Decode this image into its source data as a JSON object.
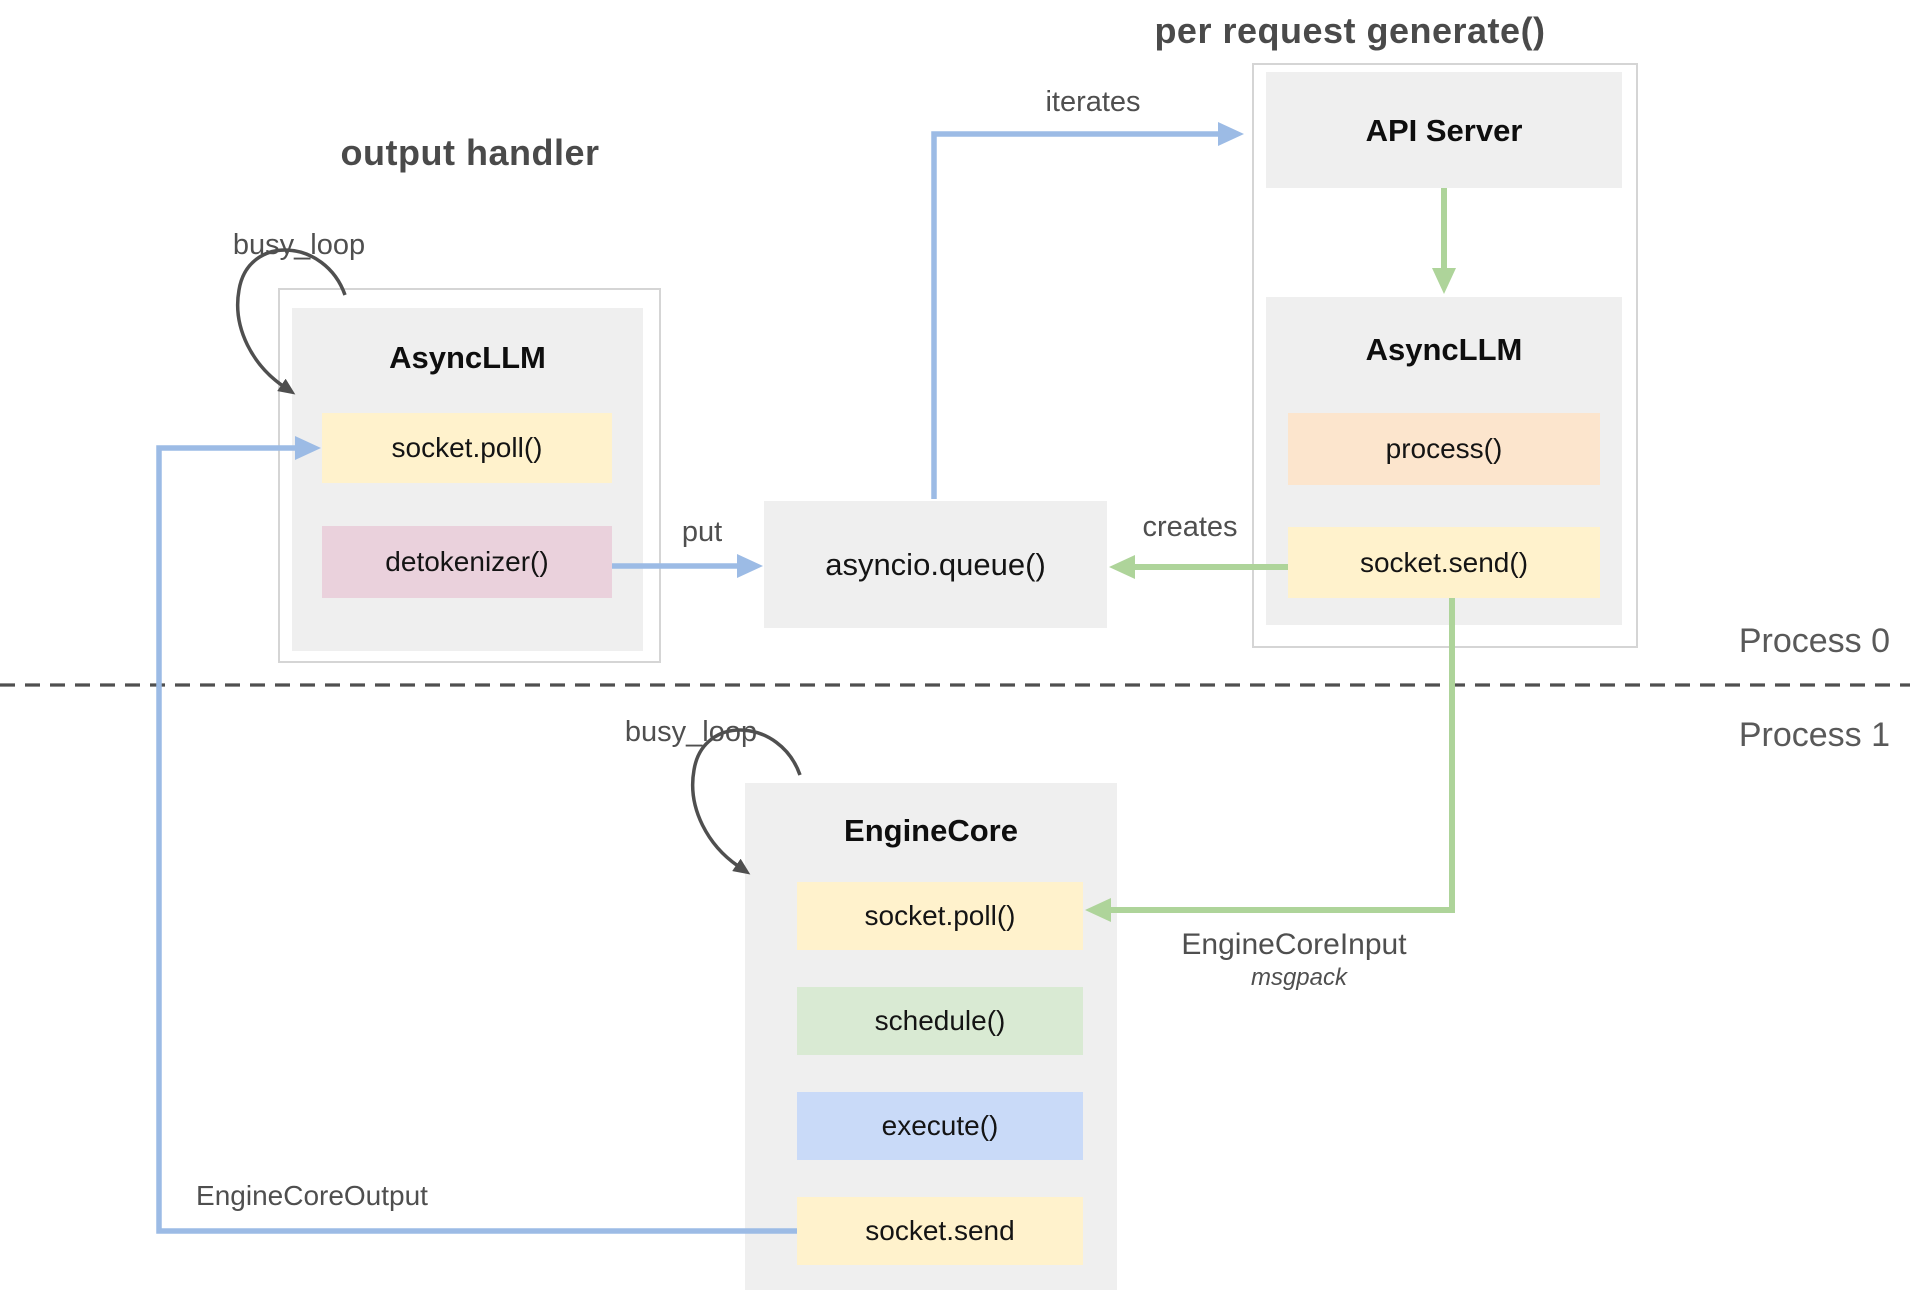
{
  "sections": {
    "output_handler": {
      "title": "output handler",
      "loop_label": "busy_loop",
      "component": {
        "title": "AsyncLLM",
        "methods": [
          {
            "label": "socket.poll()",
            "color": "#fff2cc"
          },
          {
            "label": "detokenizer()",
            "color": "#ead1dc"
          }
        ]
      }
    },
    "per_request": {
      "title": "per request generate()",
      "api_server": {
        "title": "API Server"
      },
      "component": {
        "title": "AsyncLLM",
        "methods": [
          {
            "label": "process()",
            "color": "#fce5cd"
          },
          {
            "label": "socket.send()",
            "color": "#fff2cc"
          }
        ]
      }
    },
    "queue": {
      "label": "asyncio.queue()"
    },
    "engine_core": {
      "loop_label": "busy_loop",
      "component": {
        "title": "EngineCore",
        "methods": [
          {
            "label": "socket.poll()",
            "color": "#fff2cc"
          },
          {
            "label": "schedule()",
            "color": "#d9ead3"
          },
          {
            "label": "execute()",
            "color": "#c9daf8"
          },
          {
            "label": "socket.send",
            "color": "#fff2cc"
          }
        ]
      }
    }
  },
  "edges": {
    "put": "put",
    "iterates": "iterates",
    "creates": "creates",
    "engine_core_input": "EngineCoreInput",
    "engine_core_input_format": "msgpack",
    "engine_core_output": "EngineCoreOutput"
  },
  "process_labels": {
    "process0": "Process 0",
    "process1": "Process 1"
  },
  "colors": {
    "arrow_blue": "#9cbbe5",
    "arrow_green": "#aed49a",
    "loop_and_dash_gray": "#4f4f4f",
    "container_gray": "#efefef",
    "container_border": "#d5d5d5",
    "method_yellow": "#fff2cc",
    "method_pink": "#ead1dc",
    "method_peach": "#fce5cd",
    "method_green": "#d9ead3",
    "method_blue": "#c9daf8",
    "label_text": "#4f4f4f"
  }
}
